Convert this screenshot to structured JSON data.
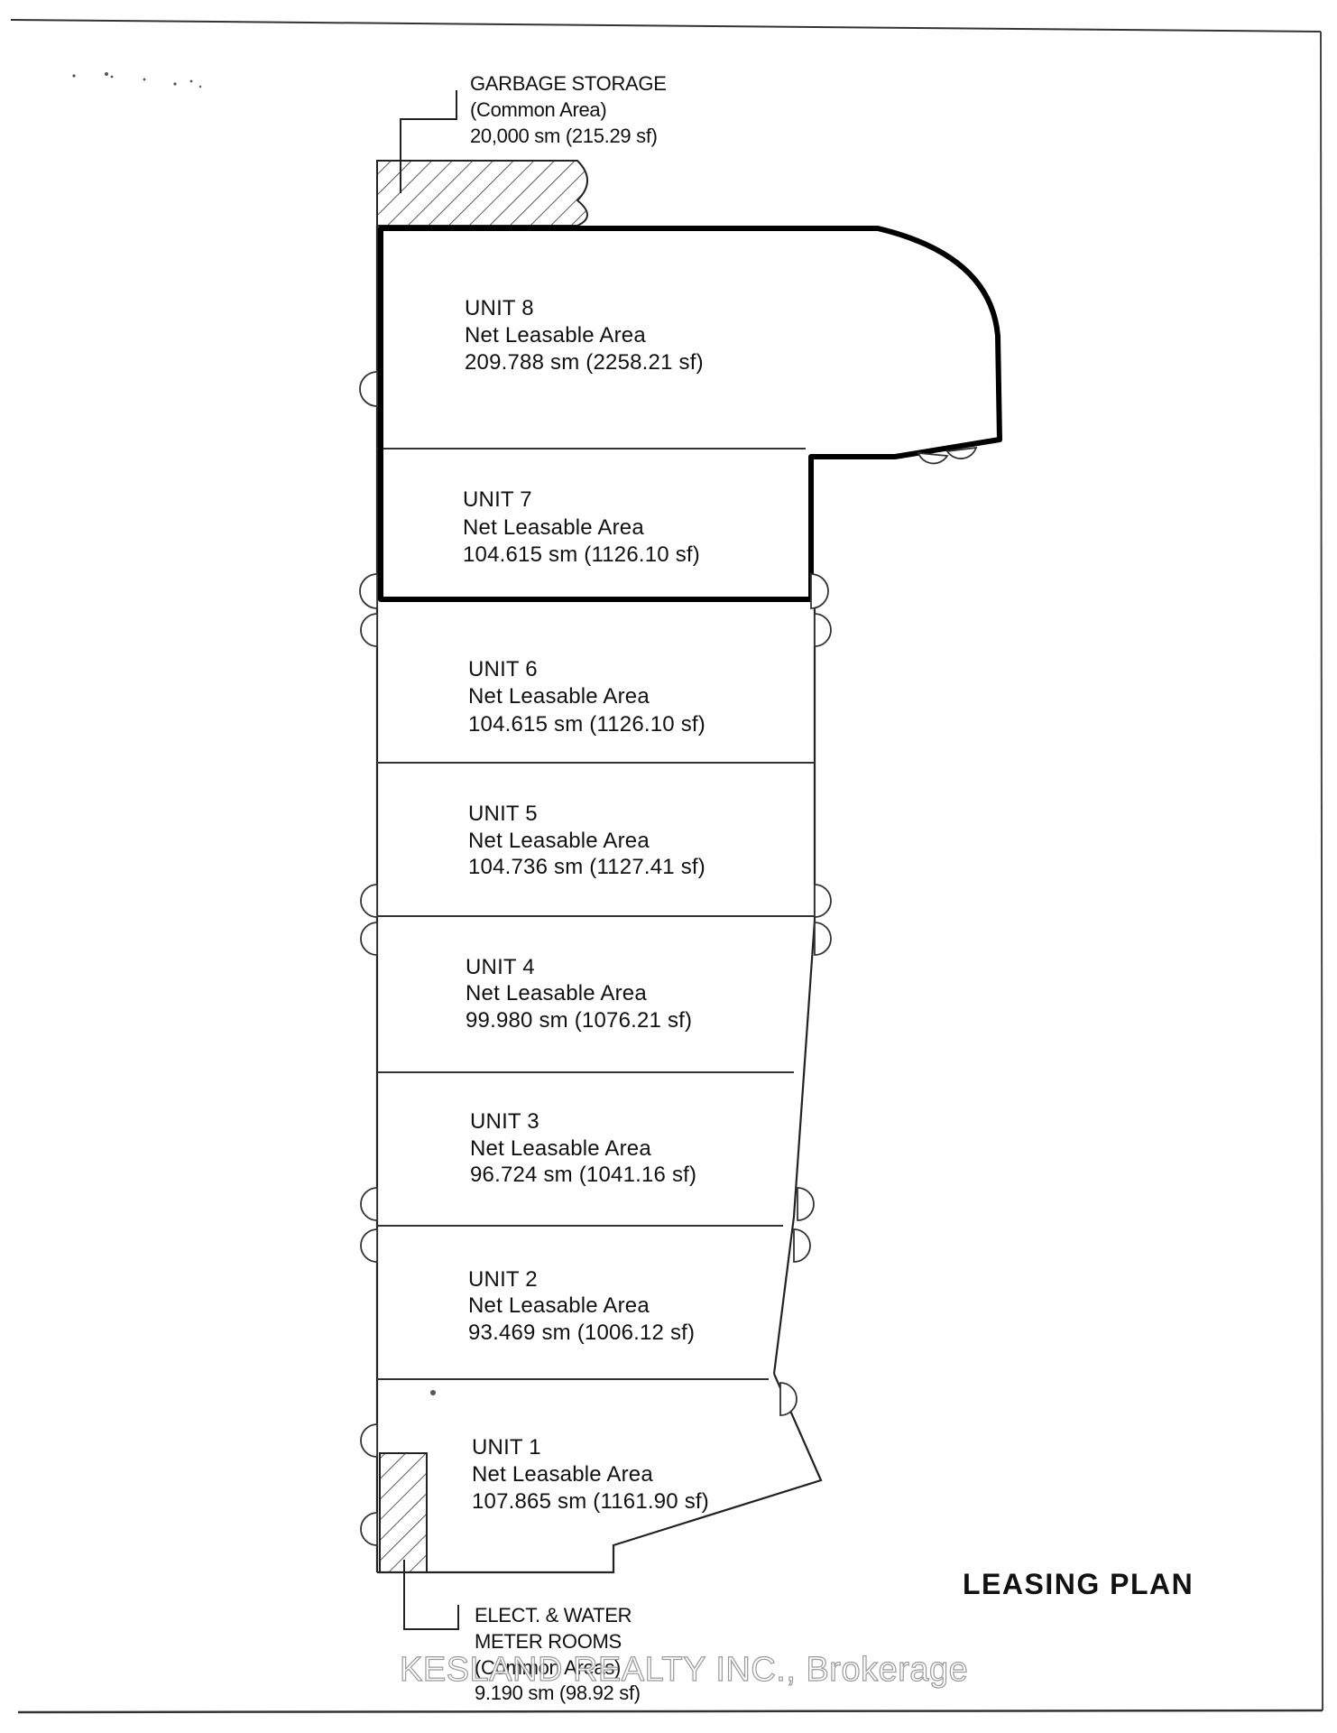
{
  "title": "LEASING PLAN",
  "garbage_storage": {
    "line1": "GARBAGE STORAGE",
    "line2": "(Common Area)",
    "line3": "20,000  sm  (215.29  sf)"
  },
  "units": [
    {
      "name": "UNIT 8",
      "label": "Net Leasable Area",
      "area": "209.788  sm  (2258.21  sf)"
    },
    {
      "name": "UNIT 7",
      "label": "Net Leasable Area",
      "area": "104.615  sm  (1126.10  sf)"
    },
    {
      "name": "UNIT 6",
      "label": "Net Leasable Area",
      "area": "104.615  sm  (1126.10  sf)"
    },
    {
      "name": "UNIT 5",
      "label": "Net Leasable Area",
      "area": "104.736  sm  (1127.41  sf)"
    },
    {
      "name": "UNIT 4",
      "label": "Net Leasable Area",
      "area": "99.980  sm  (1076.21  sf)"
    },
    {
      "name": "UNIT 3",
      "label": "Net Leasable Area",
      "area": "96.724  sm  (1041.16  sf)"
    },
    {
      "name": "UNIT 2",
      "label": "Net Leasable Area",
      "area": "93.469  sm  (1006.12  sf)"
    },
    {
      "name": "UNIT 1",
      "label": "Net Leasable Area",
      "area": "107.865  sm  (1161.90  sf)"
    }
  ],
  "meter_rooms": {
    "line1": "ELECT. & WATER",
    "line2": "METER ROOMS",
    "line3": "(Common Areas)",
    "line4": "9.190  sm  (98.92  sf)"
  },
  "watermark": "KESLAND REALTY INC., Brokerage"
}
